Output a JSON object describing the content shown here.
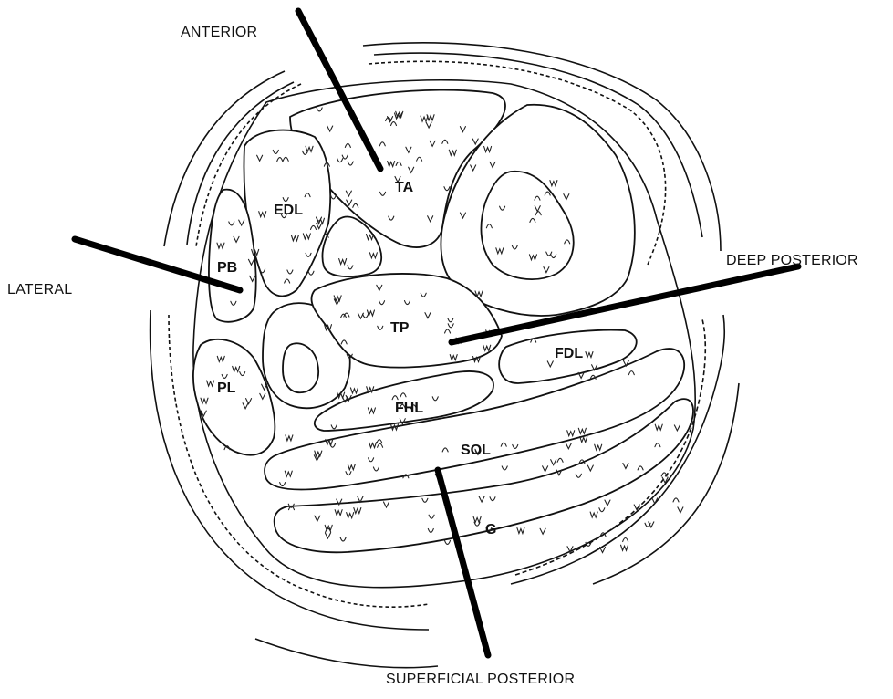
{
  "compartments": {
    "anterior": "ANTERIOR",
    "lateral": "LATERAL",
    "deep_posterior": "DEEP POSTERIOR",
    "superficial_posterior": "SUPERFICIAL POSTERIOR"
  },
  "muscles": {
    "ta": "TA",
    "edl": "EDL",
    "pb": "PB",
    "pl": "PL",
    "tp": "TP",
    "fdl": "FDL",
    "fhl": "FHL",
    "sol": "SOL",
    "g": "G"
  }
}
